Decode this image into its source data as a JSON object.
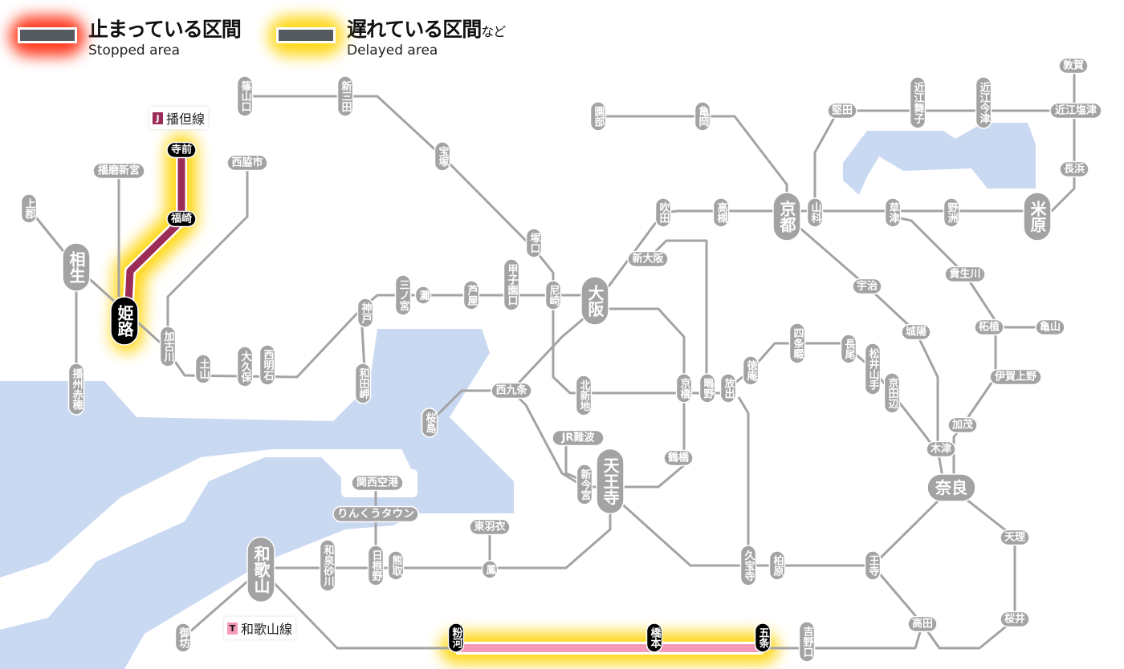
{
  "legend": {
    "stopped": {
      "jp": "止まっている区間",
      "en": "Stopped area",
      "glow_color": "#ff3b1f"
    },
    "delayed": {
      "jp": "遅れている区間",
      "jp_suffix": "など",
      "en": "Delayed area",
      "glow_color": "#ffd81a"
    }
  },
  "lines": {
    "bantan": {
      "mark": "J",
      "name": "播但線",
      "color": "#9b2b57",
      "status": "delayed"
    },
    "wakayama": {
      "mark": "T",
      "name": "和歌山線",
      "color": "#f49ab8",
      "status": "delayed"
    }
  },
  "affected_stations": [
    "寺前",
    "福崎",
    "姫路",
    "粉河",
    "橋本",
    "五条"
  ],
  "stations": [
    "篠山口",
    "新三田",
    "宝塚",
    "西脇市",
    "播磨新宮",
    "上郡",
    "相生",
    "加古川",
    "土山",
    "大久保",
    "西明石",
    "播州赤穂",
    "神戸",
    "和田岬",
    "三ノ宮",
    "灘",
    "芦屋",
    "甲子園口",
    "塚口",
    "尼崎",
    "大阪",
    "新大阪",
    "吹田",
    "高槻",
    "京都",
    "山科",
    "園部",
    "亀岡",
    "堅田",
    "近江舞子",
    "近江今津",
    "敦賀",
    "近江塩津",
    "長浜",
    "米原",
    "草津",
    "野洲",
    "宇治",
    "貴生川",
    "城陽",
    "柘植",
    "亀山",
    "伊賀上野",
    "加茂",
    "木津",
    "奈良",
    "天理",
    "桜井",
    "高田",
    "王寺",
    "柏原",
    "久宝寺",
    "吉野口",
    "四条畷",
    "徳庵",
    "長尾",
    "松井山手",
    "京田辺",
    "放出",
    "鴫野",
    "京橋",
    "北新地",
    "西九条",
    "桜島",
    "JR難波",
    "新今宮",
    "天王寺",
    "鶴橋",
    "関西空港",
    "りんくうタウン",
    "東羽衣",
    "鳳",
    "熊取",
    "日根野",
    "和泉砂川",
    "和歌山",
    "御坊"
  ],
  "colors": {
    "track": "#a3a3a3",
    "water": "#cad9f2",
    "station": "#a3a3a3",
    "affected_station": "#000000",
    "delay_glow": "#ffd81a"
  }
}
